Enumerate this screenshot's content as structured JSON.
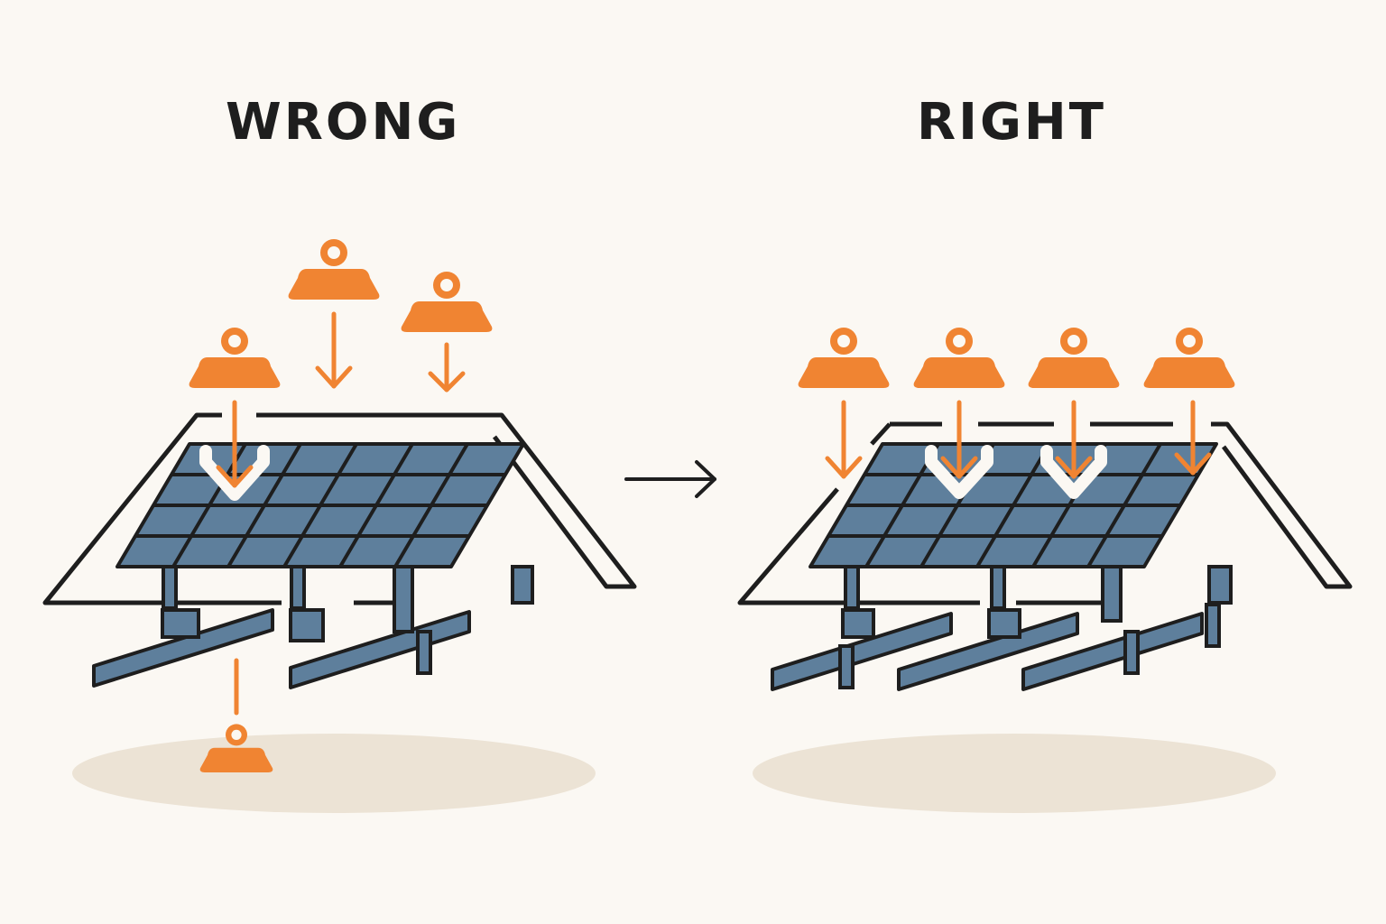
{
  "labels": {
    "wrong": "WRONG",
    "right": "RIGHT"
  },
  "colors": {
    "background": "#fbf8f3",
    "weight": "#f08432",
    "panel": "#5e7f9c",
    "rail": "#5e7f9c",
    "outline": "#1e1e1e",
    "shadow": "#ece3d5"
  },
  "icons": {
    "weight": "weight-icon",
    "arrow": "arrow-down-icon",
    "transition": "arrow-right-icon"
  },
  "scenes": [
    {
      "name": "wrong",
      "weight_count": 4,
      "load": "uneven"
    },
    {
      "name": "right",
      "weight_count": 4,
      "load": "even"
    }
  ]
}
